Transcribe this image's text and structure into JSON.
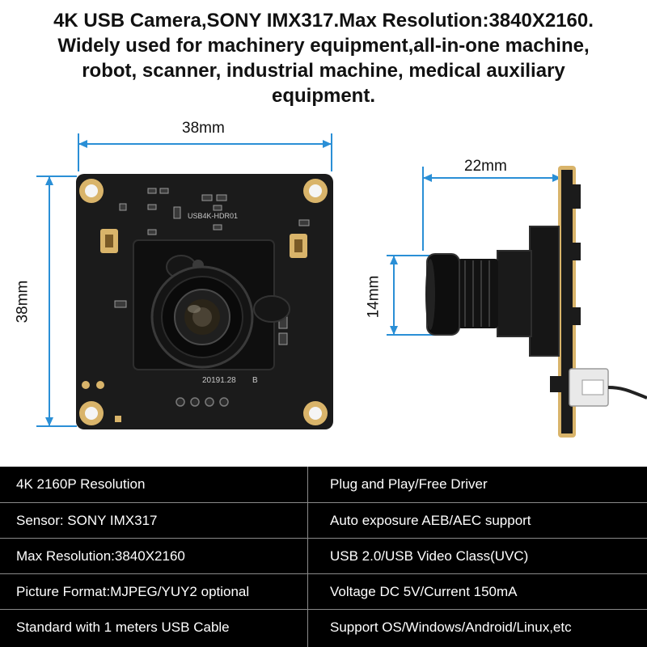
{
  "headline": [
    "4K USB Camera,SONY IMX317.Max Resolution:3840X2160.",
    "Widely used for machinery equipment,all-in-one machine,",
    "robot, scanner, industrial machine, medical auxiliary",
    "equipment."
  ],
  "dimensions": {
    "front_width": "38mm",
    "front_height": "38mm",
    "side_depth": "22mm",
    "side_lens": "14mm"
  },
  "board_silkscreen": {
    "model": "USB4K-HDR01",
    "date": "20191.28",
    "mark": "B"
  },
  "specs": [
    {
      "left": "4K 2160P Resolution",
      "right": "Plug and Play/Free Driver"
    },
    {
      "left": "Sensor: SONY IMX317",
      "right": "Auto exposure AEB/AEC support"
    },
    {
      "left": "Max Resolution:3840X2160",
      "right": "USB 2.0/USB Video Class(UVC)"
    },
    {
      "left": "Picture Format:MJPEG/YUY2 optional",
      "right": "Voltage DC 5V/Current 150mA"
    },
    {
      "left": "Standard with 1 meters USB Cable",
      "right": "Support OS/Windows/Android/Linux,etc"
    }
  ],
  "colors": {
    "dimension_line": "#2a8fd6",
    "board": "#1b1b1b",
    "gold_pad": "#d9b46a",
    "spec_background": "#000000",
    "spec_text": "#ffffff"
  }
}
